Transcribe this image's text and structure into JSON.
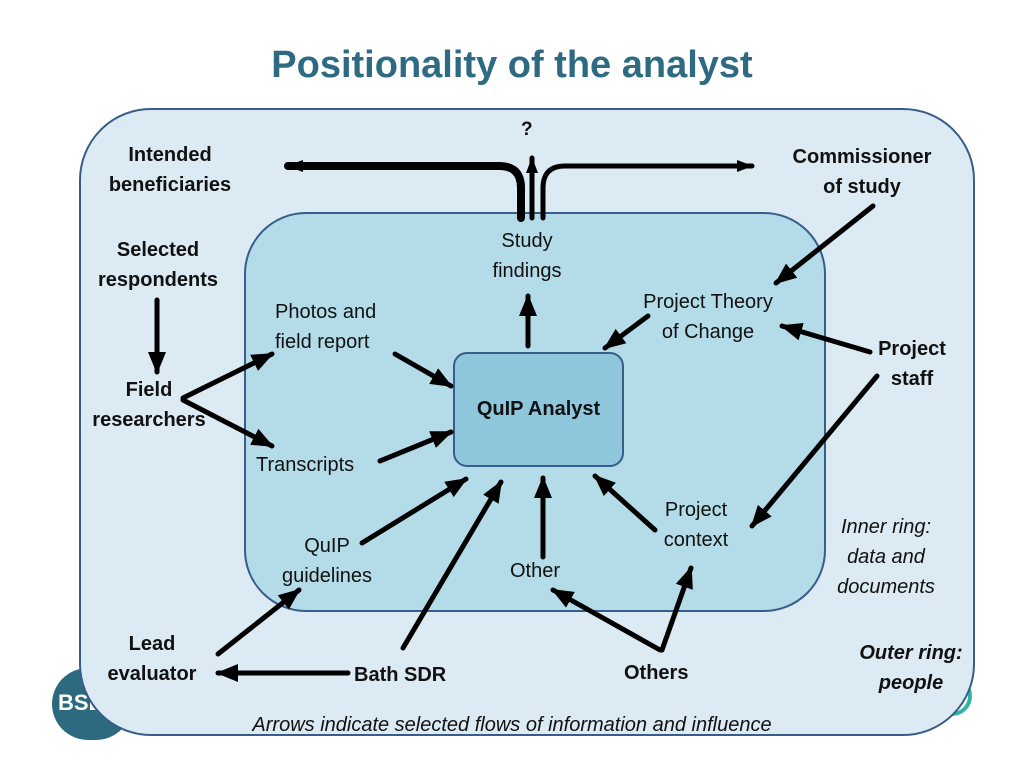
{
  "title": "Positionality of the analyst",
  "labels": {
    "question_mark": "?",
    "intended_beneficiaries": [
      "Intended",
      "beneficiaries"
    ],
    "commissioner": [
      "Commissioner",
      "of study"
    ],
    "selected_respondents": [
      "Selected",
      "respondents"
    ],
    "field_researchers": [
      "Field",
      "researchers"
    ],
    "study_findings": [
      "Study",
      "findings"
    ],
    "project_toc": [
      "Project Theory",
      "of Change"
    ],
    "project_staff": [
      "Project",
      "staff"
    ],
    "photos_field_report": [
      "Photos and",
      "field report"
    ],
    "quip_analyst": "QuIP Analyst",
    "transcripts": "Transcripts",
    "project_context": [
      "Project",
      "context"
    ],
    "quip_guidelines": [
      "QuIP",
      "guidelines"
    ],
    "other": "Other",
    "inner_ring_note": [
      "Inner ring:",
      "data and",
      "documents"
    ],
    "outer_ring_note": [
      "Outer ring:",
      "people"
    ],
    "lead_evaluator": [
      "Lead",
      "evaluator"
    ],
    "bath_sdr": "Bath SDR",
    "others": "Others",
    "footer": "Arrows indicate selected flows of information and influence"
  },
  "logos": {
    "left_text": "BSD",
    "left_color": "#2d6a7f",
    "right_color": "#2fb3a5"
  },
  "colors": {
    "title": "#2e6b82",
    "outer_fill": "#dbeaf3",
    "inner_fill": "#b3dbe8",
    "analyst_fill": "#8ec7dc",
    "border": "#385d8a",
    "arrow": "#000000"
  }
}
